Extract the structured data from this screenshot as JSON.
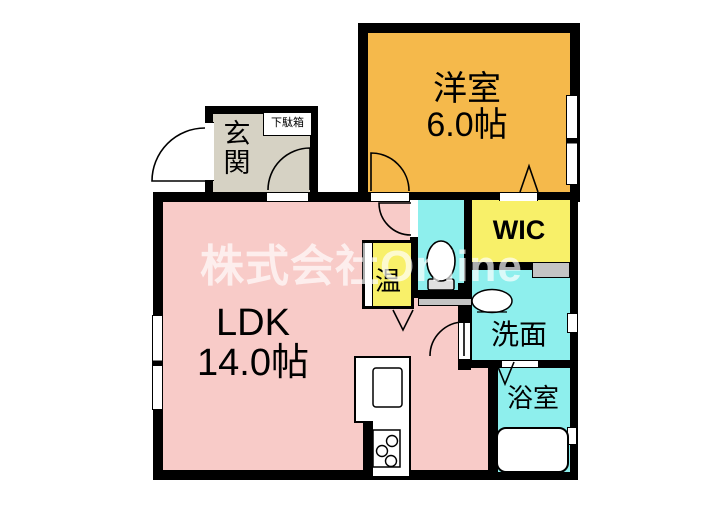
{
  "watermark": {
    "text": "株式会社Online"
  },
  "rooms": {
    "ldk": {
      "name": "LDK",
      "size": "14.0帖",
      "color": "#F8CBC8"
    },
    "western_room": {
      "name": "洋室",
      "size": "6.0帖",
      "color": "#F5B94B"
    },
    "entrance": {
      "name": "玄関",
      "color": "#D6D2C4"
    },
    "shoe_cabinet": {
      "name": "下駄箱",
      "color": "#FFFFFF"
    },
    "wic": {
      "name": "WIC",
      "color": "#F8F069"
    },
    "water_heater": {
      "name": "温",
      "color": "#F8F069"
    },
    "toilet_room": {
      "color": "#8EEFED"
    },
    "washroom": {
      "name": "洗面",
      "color": "#8EEFED"
    },
    "bathroom": {
      "name": "浴室",
      "color": "#8EEFED"
    }
  },
  "fixtures": {
    "toilet": "toilet",
    "sink": "washbasin",
    "bathtub": "bathtub",
    "kitchen": "kitchen-counter-with-sink-and-stove"
  },
  "wall_color": "#000000"
}
